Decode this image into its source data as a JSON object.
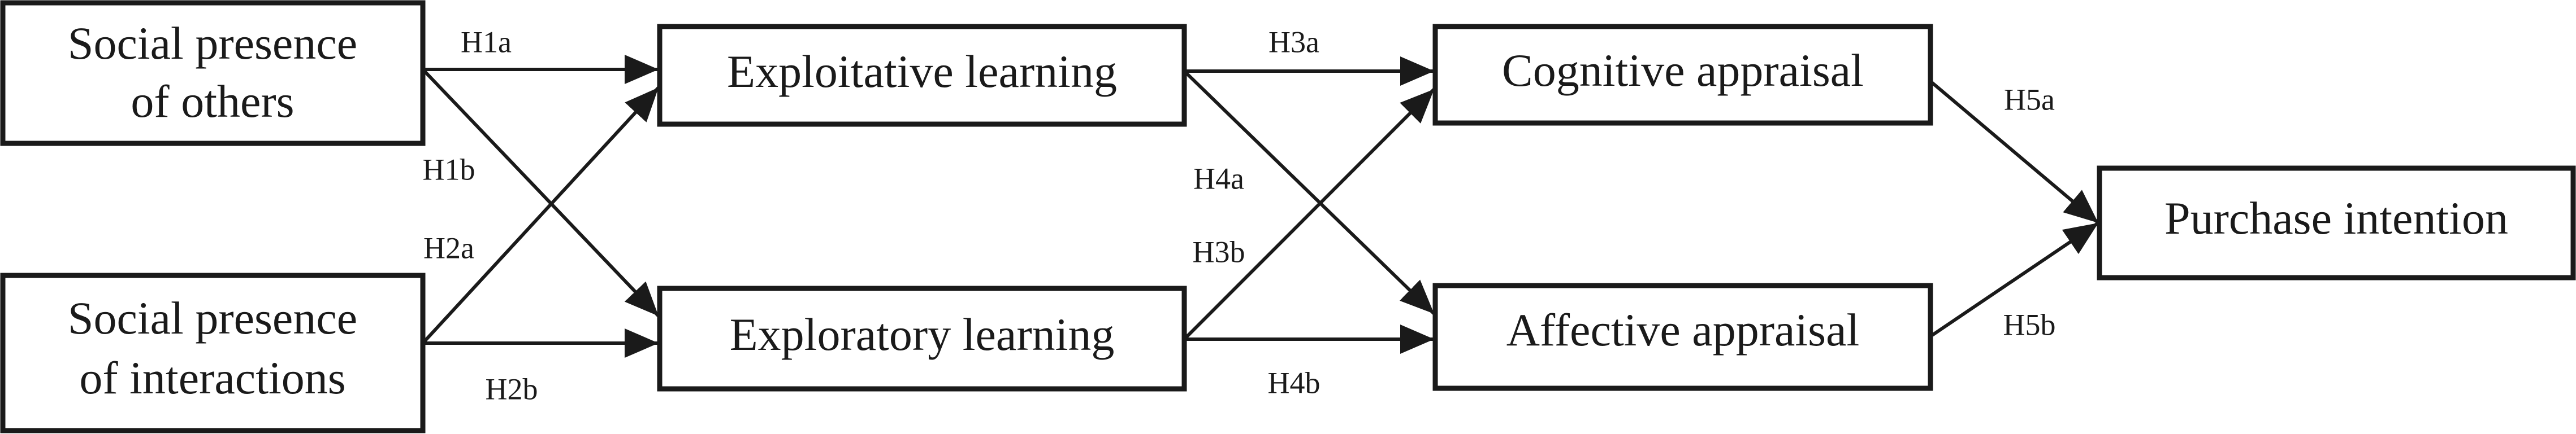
{
  "nodes": [
    {
      "id": "spo",
      "lines": [
        "Social presence",
        "of others"
      ]
    },
    {
      "id": "spi",
      "lines": [
        "Social presence",
        "of interactions"
      ]
    },
    {
      "id": "exploit",
      "lines": [
        "Exploitative learning"
      ]
    },
    {
      "id": "explor",
      "lines": [
        "Exploratory learning"
      ]
    },
    {
      "id": "cog",
      "lines": [
        "Cognitive appraisal"
      ]
    },
    {
      "id": "aff",
      "lines": [
        "Affective appraisal"
      ]
    },
    {
      "id": "pi",
      "lines": [
        "Purchase intention"
      ]
    }
  ],
  "edges": [
    {
      "id": "h1a",
      "from": "spo",
      "to": "exploit",
      "label": "H1a"
    },
    {
      "id": "h1b",
      "from": "spo",
      "to": "explor",
      "label": "H1b"
    },
    {
      "id": "h2a",
      "from": "spi",
      "to": "exploit",
      "label": "H2a"
    },
    {
      "id": "h2b",
      "from": "spi",
      "to": "explor",
      "label": "H2b"
    },
    {
      "id": "h3a",
      "from": "exploit",
      "to": "cog",
      "label": "H3a"
    },
    {
      "id": "h4a",
      "from": "exploit",
      "to": "aff",
      "label": "H4a"
    },
    {
      "id": "h3b",
      "from": "explor",
      "to": "cog",
      "label": "H3b"
    },
    {
      "id": "h4b",
      "from": "explor",
      "to": "aff",
      "label": "H4b"
    },
    {
      "id": "h5a",
      "from": "cog",
      "to": "pi",
      "label": "H5a"
    },
    {
      "id": "h5b",
      "from": "aff",
      "to": "pi",
      "label": "H5b"
    }
  ],
  "colors": {
    "stroke": "#1a1a1a",
    "background": "#ffffff"
  }
}
